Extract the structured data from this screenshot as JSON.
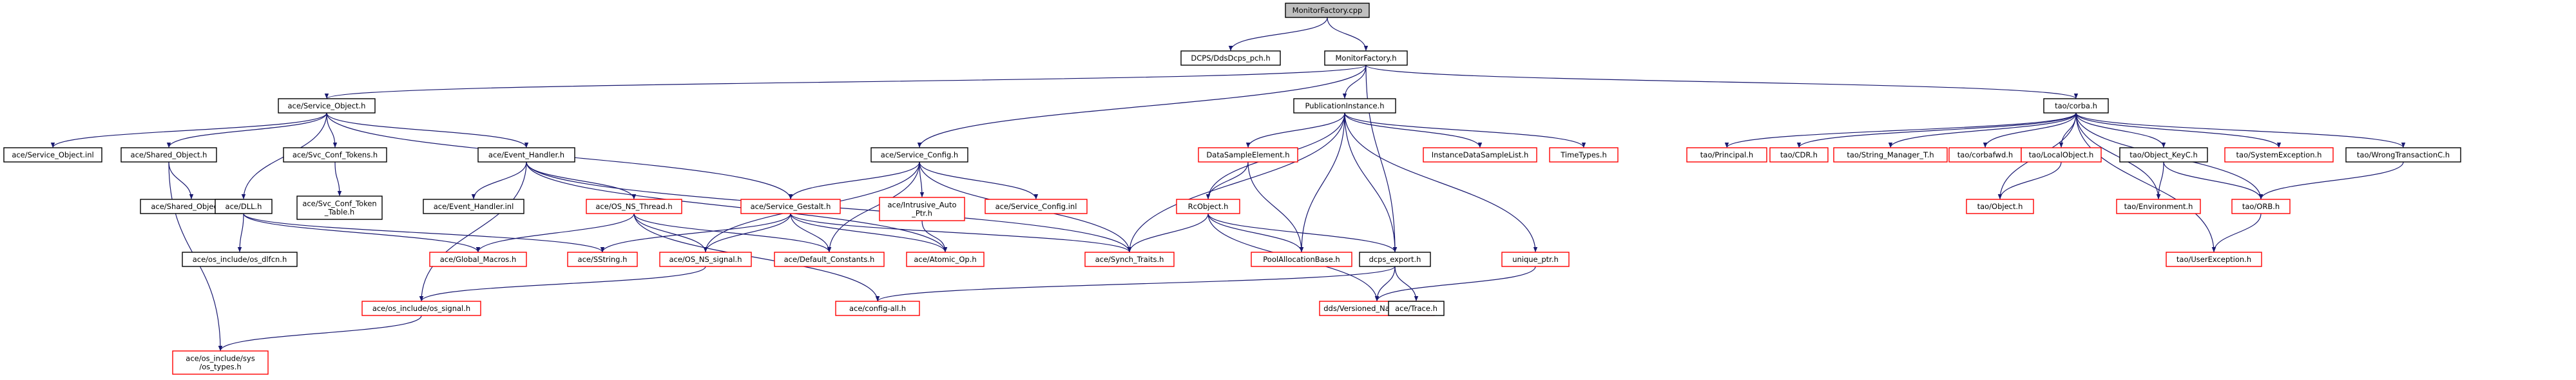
{
  "diagram": {
    "type": "include-dependency-graph",
    "colors": {
      "root_fill": "#bfbfbf",
      "node_fill": "#ffffff",
      "border_black": "#000000",
      "border_red": "#ff0000",
      "edge_color": "#191970"
    },
    "nodes": [
      {
        "id": "root",
        "lines": [
          "MonitorFactory.cpp"
        ],
        "style": "root"
      },
      {
        "id": "dcps_pch",
        "lines": [
          "DCPS/DdsDcps_pch.h"
        ],
        "style": "black"
      },
      {
        "id": "monitorfactory_h",
        "lines": [
          "MonitorFactory.h"
        ],
        "style": "black"
      },
      {
        "id": "service_object_h",
        "lines": [
          "ace/Service_Object.h"
        ],
        "style": "black"
      },
      {
        "id": "publicationinstance_h",
        "lines": [
          "PublicationInstance.h"
        ],
        "style": "black"
      },
      {
        "id": "tao_corba_h",
        "lines": [
          "tao/corba.h"
        ],
        "style": "black"
      },
      {
        "id": "service_object_inl",
        "lines": [
          "ace/Service_Object.inl"
        ],
        "style": "black"
      },
      {
        "id": "shared_object_h",
        "lines": [
          "ace/Shared_Object.h"
        ],
        "style": "black"
      },
      {
        "id": "svc_conf_tokens_h",
        "lines": [
          "ace/Svc_Conf_Tokens.h"
        ],
        "style": "black"
      },
      {
        "id": "event_handler_h",
        "lines": [
          "ace/Event_Handler.h"
        ],
        "style": "black"
      },
      {
        "id": "shared_object_inl",
        "lines": [
          "ace/Shared_Object.inl"
        ],
        "style": "black"
      },
      {
        "id": "svc_conf_token_table_h",
        "lines": [
          "ace/Svc_Conf_Token",
          "_Table.h"
        ],
        "style": "black"
      },
      {
        "id": "event_handler_inl",
        "lines": [
          "ace/Event_Handler.inl"
        ],
        "style": "black"
      },
      {
        "id": "os_ns_thread_h",
        "lines": [
          "ace/OS_NS_Thread.h"
        ],
        "style": "red"
      },
      {
        "id": "dll_h",
        "lines": [
          "ace/DLL.h"
        ],
        "style": "black"
      },
      {
        "id": "os_dlfcn_h",
        "lines": [
          "ace/os_include/os_dlfcn.h"
        ],
        "style": "black"
      },
      {
        "id": "service_config_h",
        "lines": [
          "ace/Service_Config.h"
        ],
        "style": "black"
      },
      {
        "id": "service_gestalt_h",
        "lines": [
          "ace/Service_Gestalt.h"
        ],
        "style": "red"
      },
      {
        "id": "intrusive_auto_ptr_h",
        "lines": [
          "ace/Intrusive_Auto",
          "_Ptr.h"
        ],
        "style": "red"
      },
      {
        "id": "service_config_inl",
        "lines": [
          "ace/Service_Config.inl"
        ],
        "style": "red"
      },
      {
        "id": "global_macros_h",
        "lines": [
          "ace/Global_Macros.h"
        ],
        "style": "red"
      },
      {
        "id": "sstring_h",
        "lines": [
          "ace/SString.h"
        ],
        "style": "red"
      },
      {
        "id": "os_ns_signal_h",
        "lines": [
          "ace/OS_NS_signal.h"
        ],
        "style": "red"
      },
      {
        "id": "default_constants_h",
        "lines": [
          "ace/Default_Constants.h"
        ],
        "style": "red"
      },
      {
        "id": "atomic_op_h",
        "lines": [
          "ace/Atomic_Op.h"
        ],
        "style": "red"
      },
      {
        "id": "synch_traits_h",
        "lines": [
          "ace/Synch_Traits.h"
        ],
        "style": "red"
      },
      {
        "id": "os_signal_h",
        "lines": [
          "ace/os_include/os_signal.h"
        ],
        "style": "red"
      },
      {
        "id": "os_types_h",
        "lines": [
          "ace/os_include/sys",
          "/os_types.h"
        ],
        "style": "red"
      },
      {
        "id": "config_all_h",
        "lines": [
          "ace/config-all.h"
        ],
        "style": "red"
      },
      {
        "id": "datasampleelement_h",
        "lines": [
          "DataSampleElement.h"
        ],
        "style": "red"
      },
      {
        "id": "rcobject_h",
        "lines": [
          "RcObject.h"
        ],
        "style": "red"
      },
      {
        "id": "poolallocationbase_h",
        "lines": [
          "PoolAllocationBase.h"
        ],
        "style": "red"
      },
      {
        "id": "dcps_export_h",
        "lines": [
          "dcps_export.h"
        ],
        "style": "black"
      },
      {
        "id": "instancedatasamplelist_h",
        "lines": [
          "InstanceDataSampleList.h"
        ],
        "style": "red"
      },
      {
        "id": "timetypes_h",
        "lines": [
          "TimeTypes.h"
        ],
        "style": "red"
      },
      {
        "id": "unique_ptr_h",
        "lines": [
          "unique_ptr.h"
        ],
        "style": "red"
      },
      {
        "id": "versioned_namespace_h",
        "lines": [
          "dds/Versioned_Namespace.h"
        ],
        "style": "red"
      },
      {
        "id": "ace_trace_h",
        "lines": [
          "ace/Trace.h"
        ],
        "style": "black"
      },
      {
        "id": "tao_principal_h",
        "lines": [
          "tao/Principal.h"
        ],
        "style": "red"
      },
      {
        "id": "tao_cdr_h",
        "lines": [
          "tao/CDR.h"
        ],
        "style": "red"
      },
      {
        "id": "tao_string_manager_t_h",
        "lines": [
          "tao/String_Manager_T.h"
        ],
        "style": "red"
      },
      {
        "id": "tao_corbafwd_h",
        "lines": [
          "tao/corbafwd.h"
        ],
        "style": "red"
      },
      {
        "id": "tao_localobject_h",
        "lines": [
          "tao/LocalObject.h"
        ],
        "style": "red"
      },
      {
        "id": "tao_object_keyc_h",
        "lines": [
          "tao/Object_KeyC.h"
        ],
        "style": "black"
      },
      {
        "id": "tao_systemexception_h",
        "lines": [
          "tao/SystemException.h"
        ],
        "style": "red"
      },
      {
        "id": "tao_wrongtransactionc_h",
        "lines": [
          "tao/WrongTransactionC.h"
        ],
        "style": "black"
      },
      {
        "id": "tao_object_h",
        "lines": [
          "tao/Object.h"
        ],
        "style": "red"
      },
      {
        "id": "tao_environment_h",
        "lines": [
          "tao/Environment.h"
        ],
        "style": "red"
      },
      {
        "id": "tao_orb_h",
        "lines": [
          "tao/ORB.h"
        ],
        "style": "red"
      },
      {
        "id": "tao_userexception_h",
        "lines": [
          "tao/UserException.h"
        ],
        "style": "red"
      }
    ],
    "edges": [
      {
        "from": "root",
        "to": "dcps_pch"
      },
      {
        "from": "root",
        "to": "monitorfactory_h"
      },
      {
        "from": "monitorfactory_h",
        "to": "service_object_h"
      },
      {
        "from": "monitorfactory_h",
        "to": "service_config_h"
      },
      {
        "from": "monitorfactory_h",
        "to": "publicationinstance_h"
      },
      {
        "from": "monitorfactory_h",
        "to": "dcps_export_h"
      },
      {
        "from": "monitorfactory_h",
        "to": "tao_corba_h"
      },
      {
        "from": "service_object_h",
        "to": "service_object_inl"
      },
      {
        "from": "service_object_h",
        "to": "shared_object_h"
      },
      {
        "from": "service_object_h",
        "to": "svc_conf_tokens_h"
      },
      {
        "from": "service_object_h",
        "to": "event_handler_h"
      },
      {
        "from": "service_object_h",
        "to": "dll_h"
      },
      {
        "from": "service_object_h",
        "to": "service_gestalt_h"
      },
      {
        "from": "shared_object_h",
        "to": "shared_object_inl"
      },
      {
        "from": "shared_object_h",
        "to": "os_types_h"
      },
      {
        "from": "svc_conf_tokens_h",
        "to": "svc_conf_token_table_h"
      },
      {
        "from": "event_handler_h",
        "to": "event_handler_inl"
      },
      {
        "from": "event_handler_h",
        "to": "os_ns_thread_h"
      },
      {
        "from": "event_handler_h",
        "to": "os_signal_h"
      },
      {
        "from": "event_handler_h",
        "to": "atomic_op_h"
      },
      {
        "from": "event_handler_h",
        "to": "synch_traits_h"
      },
      {
        "from": "os_ns_thread_h",
        "to": "global_macros_h"
      },
      {
        "from": "os_ns_thread_h",
        "to": "os_ns_signal_h"
      },
      {
        "from": "os_ns_thread_h",
        "to": "default_constants_h"
      },
      {
        "from": "os_ns_thread_h",
        "to": "config_all_h"
      },
      {
        "from": "dll_h",
        "to": "os_dlfcn_h"
      },
      {
        "from": "dll_h",
        "to": "global_macros_h"
      },
      {
        "from": "dll_h",
        "to": "sstring_h"
      },
      {
        "from": "service_config_h",
        "to": "service_gestalt_h"
      },
      {
        "from": "service_config_h",
        "to": "intrusive_auto_ptr_h"
      },
      {
        "from": "service_config_h",
        "to": "service_config_inl"
      },
      {
        "from": "service_config_h",
        "to": "os_ns_signal_h"
      },
      {
        "from": "service_config_h",
        "to": "default_constants_h"
      },
      {
        "from": "service_config_h",
        "to": "synch_traits_h"
      },
      {
        "from": "service_gestalt_h",
        "to": "sstring_h"
      },
      {
        "from": "service_gestalt_h",
        "to": "os_ns_signal_h"
      },
      {
        "from": "service_gestalt_h",
        "to": "default_constants_h"
      },
      {
        "from": "service_gestalt_h",
        "to": "atomic_op_h"
      },
      {
        "from": "service_gestalt_h",
        "to": "synch_traits_h"
      },
      {
        "from": "intrusive_auto_ptr_h",
        "to": "atomic_op_h"
      },
      {
        "from": "os_ns_signal_h",
        "to": "os_signal_h"
      },
      {
        "from": "os_signal_h",
        "to": "os_types_h"
      },
      {
        "from": "publicationinstance_h",
        "to": "datasampleelement_h"
      },
      {
        "from": "publicationinstance_h",
        "to": "rcobject_h"
      },
      {
        "from": "publicationinstance_h",
        "to": "poolallocationbase_h"
      },
      {
        "from": "publicationinstance_h",
        "to": "dcps_export_h"
      },
      {
        "from": "publicationinstance_h",
        "to": "instancedatasamplelist_h"
      },
      {
        "from": "publicationinstance_h",
        "to": "timetypes_h"
      },
      {
        "from": "publicationinstance_h",
        "to": "unique_ptr_h"
      },
      {
        "from": "publicationinstance_h",
        "to": "synch_traits_h"
      },
      {
        "from": "datasampleelement_h",
        "to": "rcobject_h"
      },
      {
        "from": "datasampleelement_h",
        "to": "poolallocationbase_h"
      },
      {
        "from": "rcobject_h",
        "to": "poolallocationbase_h"
      },
      {
        "from": "rcobject_h",
        "to": "dcps_export_h"
      },
      {
        "from": "rcobject_h",
        "to": "versioned_namespace_h"
      },
      {
        "from": "rcobject_h",
        "to": "synch_traits_h"
      },
      {
        "from": "dcps_export_h",
        "to": "versioned_namespace_h"
      },
      {
        "from": "dcps_export_h",
        "to": "ace_trace_h"
      },
      {
        "from": "dcps_export_h",
        "to": "config_all_h"
      },
      {
        "from": "unique_ptr_h",
        "to": "versioned_namespace_h"
      },
      {
        "from": "tao_corba_h",
        "to": "tao_principal_h"
      },
      {
        "from": "tao_corba_h",
        "to": "tao_cdr_h"
      },
      {
        "from": "tao_corba_h",
        "to": "tao_string_manager_t_h"
      },
      {
        "from": "tao_corba_h",
        "to": "tao_corbafwd_h"
      },
      {
        "from": "tao_corba_h",
        "to": "tao_localobject_h"
      },
      {
        "from": "tao_corba_h",
        "to": "tao_object_keyc_h"
      },
      {
        "from": "tao_corba_h",
        "to": "tao_systemexception_h"
      },
      {
        "from": "tao_corba_h",
        "to": "tao_wrongtransactionc_h"
      },
      {
        "from": "tao_corba_h",
        "to": "tao_object_h"
      },
      {
        "from": "tao_corba_h",
        "to": "tao_environment_h"
      },
      {
        "from": "tao_corba_h",
        "to": "tao_orb_h"
      },
      {
        "from": "tao_corba_h",
        "to": "tao_userexception_h"
      },
      {
        "from": "tao_localobject_h",
        "to": "tao_object_h"
      },
      {
        "from": "tao_object_keyc_h",
        "to": "tao_environment_h"
      },
      {
        "from": "tao_object_keyc_h",
        "to": "tao_orb_h"
      },
      {
        "from": "tao_wrongtransactionc_h",
        "to": "tao_orb_h"
      },
      {
        "from": "tao_orb_h",
        "to": "tao_userexception_h"
      }
    ]
  }
}
